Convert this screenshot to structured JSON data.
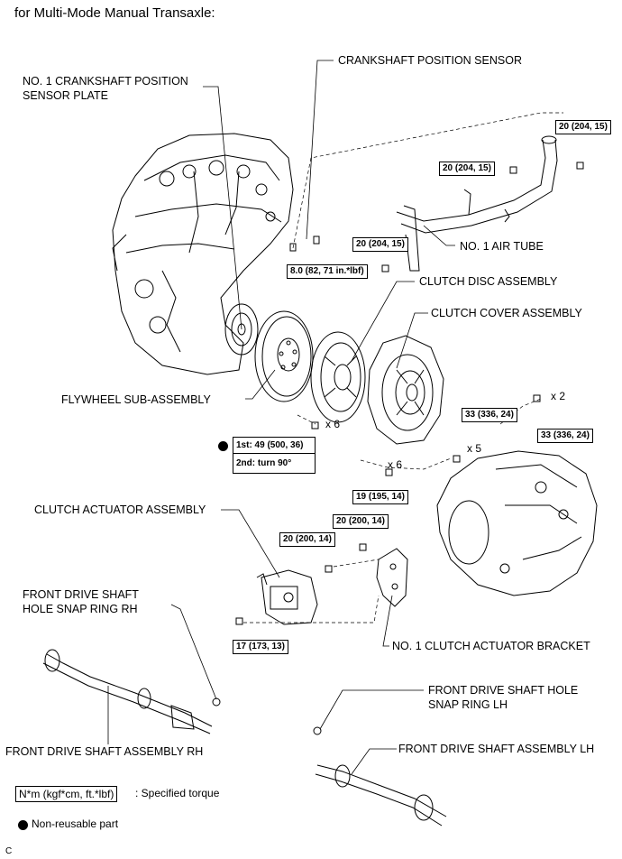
{
  "title": "for Multi-Mode Manual Transaxle:",
  "labels": {
    "crank_plate_1": "NO. 1 CRANKSHAFT POSITION",
    "crank_plate_2": "SENSOR PLATE",
    "crank_sensor": "CRANKSHAFT POSITION SENSOR",
    "air_tube": "NO. 1 AIR TUBE",
    "clutch_disc": "CLUTCH DISC ASSEMBLY",
    "clutch_cover": "CLUTCH COVER ASSEMBLY",
    "flywheel": "FLYWHEEL SUB-ASSEMBLY",
    "actuator": "CLUTCH ACTUATOR ASSEMBLY",
    "snap_rh_1": "FRONT DRIVE SHAFT",
    "snap_rh_2": "HOLE SNAP RING RH",
    "bracket": "NO. 1 CLUTCH ACTUATOR BRACKET",
    "snap_lh_1": "FRONT DRIVE SHAFT HOLE",
    "snap_lh_2": "SNAP RING LH",
    "shaft_rh": "FRONT DRIVE SHAFT ASSEMBLY RH",
    "shaft_lh": "FRONT DRIVE SHAFT ASSEMBLY LH"
  },
  "torques": {
    "t_20_top_right": "20 (204, 15)",
    "t_20_mid": "20 (204, 15)",
    "t_20_left": "20 (204, 15)",
    "t_sensor": "8.0 (82, 71 in.*lbf)",
    "t_33_a": "33 (336, 24)",
    "t_33_b": "33 (336, 24)",
    "t_19": "19 (195, 14)",
    "t_20_200_a": "20 (200, 14)",
    "t_20_200_b": "20 (200, 14)",
    "t_17": "17 (173, 13)",
    "t_flywheel_1": "1st: 49 (500, 36)",
    "t_flywheel_2": "2nd: turn 90°"
  },
  "multipliers": {
    "flywheel_bolts": "x 6",
    "x2": "x 2",
    "x5": "x 5",
    "x6_clutch": "x 6"
  },
  "legend": {
    "torque_symbol": "N*m (kgf*cm, ft.*lbf)",
    "torque_text": ": Specified torque",
    "nonreusable_text": "Non-reusable part"
  },
  "corner_mark": "C"
}
